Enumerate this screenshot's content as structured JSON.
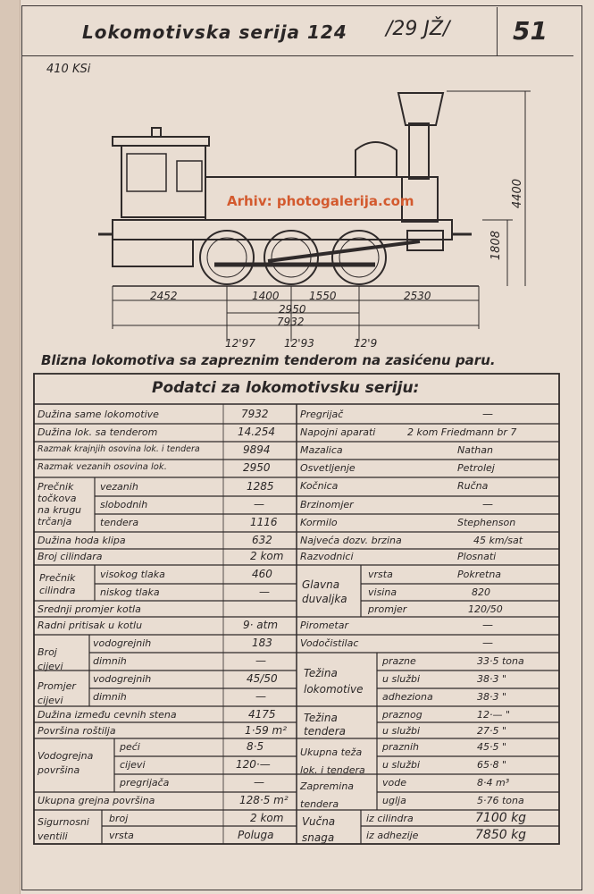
{
  "header": {
    "title": "Lokomotivska serija 124",
    "subtitle": "/29 JŽ/",
    "sheet_number": "51",
    "manufacturer_note": "410 KSi"
  },
  "drawing": {
    "watermark": "Arhiv: photogalerija.com",
    "dimensions": {
      "d2452": "2452",
      "d1400": "1400",
      "d1550": "1550",
      "d2530": "2530",
      "d2950": "2950",
      "d7932": "7932",
      "t1297": "12'97",
      "t1293": "12'93",
      "t129": "12'9",
      "h1808": "1808",
      "h4400": "4400"
    },
    "caption": "Blizna lokomotiva sa zapreznim tenderom na zasićenu paru."
  },
  "table": {
    "title": "Podatci za lokomotivsku seriju:",
    "left": {
      "duzina_same": {
        "label": "Dužina same lokomotive",
        "value": "7932"
      },
      "duzina_tender": {
        "label": "Dužina lok. sa tenderom",
        "value": "14.254"
      },
      "razmak_krajnjih": {
        "label": "Razmak krajnjih osovina lok. i tendera",
        "value": "9894"
      },
      "razmak_vezanih": {
        "label": "Razmak vezanih osovina lok.",
        "value": "2950"
      },
      "precnik_group": "Prečnik točkova na krugu trčanja",
      "vezanih": {
        "label": "vezanih",
        "value": "1285"
      },
      "slobodnih": {
        "label": "slobodnih",
        "value": "—"
      },
      "tendera": {
        "label": "tendera",
        "value": "1116"
      },
      "hod_klipa": {
        "label": "Dužina hoda klipa",
        "value": "632"
      },
      "broj_cilindara": {
        "label": "Broj cilindara",
        "value": "2 kom"
      },
      "cilindra_group": "Prečnik cilindra",
      "visokog": {
        "label": "visokog tlaka",
        "value": "460"
      },
      "niskog": {
        "label": "niskog tlaka",
        "value": "—"
      },
      "srednji_kotla": {
        "label": "Srednji promjer kotla",
        "value": ""
      },
      "radni_pritisak": {
        "label": "Radni pritisak u kotlu",
        "value": "9· atm"
      },
      "broj_cijevi_group": "Broj cijevi",
      "bc_vodogrejnih": {
        "label": "vodogrejnih",
        "value": "183"
      },
      "bc_dimnih": {
        "label": "dimnih",
        "value": "—"
      },
      "promjer_cijevi_group": "Promjer cijevi",
      "pc_vodogrejnih": {
        "label": "vodogrejnih",
        "value": "45/50"
      },
      "pc_dimnih": {
        "label": "dimnih",
        "value": "—"
      },
      "duzina_stena": {
        "label": "Dužina između cevnih stena",
        "value": "4175"
      },
      "povrsina_rostilja": {
        "label": "Površina roštilja",
        "value": "1·59 m²"
      },
      "vodogrejna_group": "Vodogrejna površina",
      "peci": {
        "label": "peći",
        "value": "8·5"
      },
      "cijevi": {
        "label": "cijevi",
        "value": "120·—"
      },
      "pregrijaca": {
        "label": "pregrijača",
        "value": "—"
      },
      "ukupna_grejna": {
        "label": "Ukupna grejna površina",
        "value": "128·5 m²"
      },
      "sigurnosni_group": "Sigurnosni ventili",
      "sv_broj": {
        "label": "broj",
        "value": "2 kom"
      },
      "sv_vrsta": {
        "label": "vrsta",
        "value": "Poluga"
      }
    },
    "right": {
      "pregrijac": {
        "label": "Pregrijač",
        "value": "—"
      },
      "napojni": {
        "label": "Napojni aparati",
        "value": "2 kom Friedmann br 7"
      },
      "mazalica": {
        "label": "Mazalica",
        "value": "Nathan"
      },
      "osvetljenje": {
        "label": "Osvetljenje",
        "value": "Petrolej"
      },
      "kocnica": {
        "label": "Kočnica",
        "value": "Ručna"
      },
      "brzinomjer": {
        "label": "Brzinomjer",
        "value": "—"
      },
      "kormilo": {
        "label": "Kormilo",
        "value": "Stephenson"
      },
      "najveca_brzina": {
        "label": "Najveća dozv. brzina",
        "value": "45 km/sat"
      },
      "razvodnici": {
        "label": "Razvodnici",
        "value": "Plosnati"
      },
      "duvaljka_group": "Glavna duvaljka",
      "dv_vrsta": {
        "label": "vrsta",
        "value": "Pokretna"
      },
      "dv_visina": {
        "label": "visina",
        "value": "820"
      },
      "dv_promjer": {
        "label": "promjer",
        "value": "120/50"
      },
      "pirometar": {
        "label": "Pirometar",
        "value": "—"
      },
      "vodocistilac": {
        "label": "Vodočistilac",
        "value": "—"
      },
      "tezina_group": "Težina lokomotive",
      "tl_prazne": {
        "label": "prazne",
        "value": "33·5 tona"
      },
      "tl_sluzbi": {
        "label": "u službi",
        "value": "38·3 \""
      },
      "tl_adheziona": {
        "label": "adheziona",
        "value": "38·3 \""
      },
      "tezina_tendera_group": "Težina tendera",
      "tt_praznog": {
        "label": "praznog",
        "value": "12·— \""
      },
      "tt_sluzbi": {
        "label": "u službi",
        "value": "27·5 \""
      },
      "ukupna_group": "Ukupna teža lok. i tendera",
      "ut_praznih": {
        "label": "praznih",
        "value": "45·5 \""
      },
      "ut_sluzbi": {
        "label": "u službi",
        "value": "65·8 \""
      },
      "zapremina_group": "Zapremina tendera",
      "zt_vode": {
        "label": "vode",
        "value": "8·4 m³"
      },
      "zt_uglja": {
        "label": "uglja",
        "value": "5·76 tona"
      },
      "vucna_group": "Vučna snaga",
      "vs_cilindra": {
        "label": "iz cilindra",
        "value": "7100 kg"
      },
      "vs_adhezije": {
        "label": "iz adhezije",
        "value": "7850 kg"
      }
    }
  }
}
